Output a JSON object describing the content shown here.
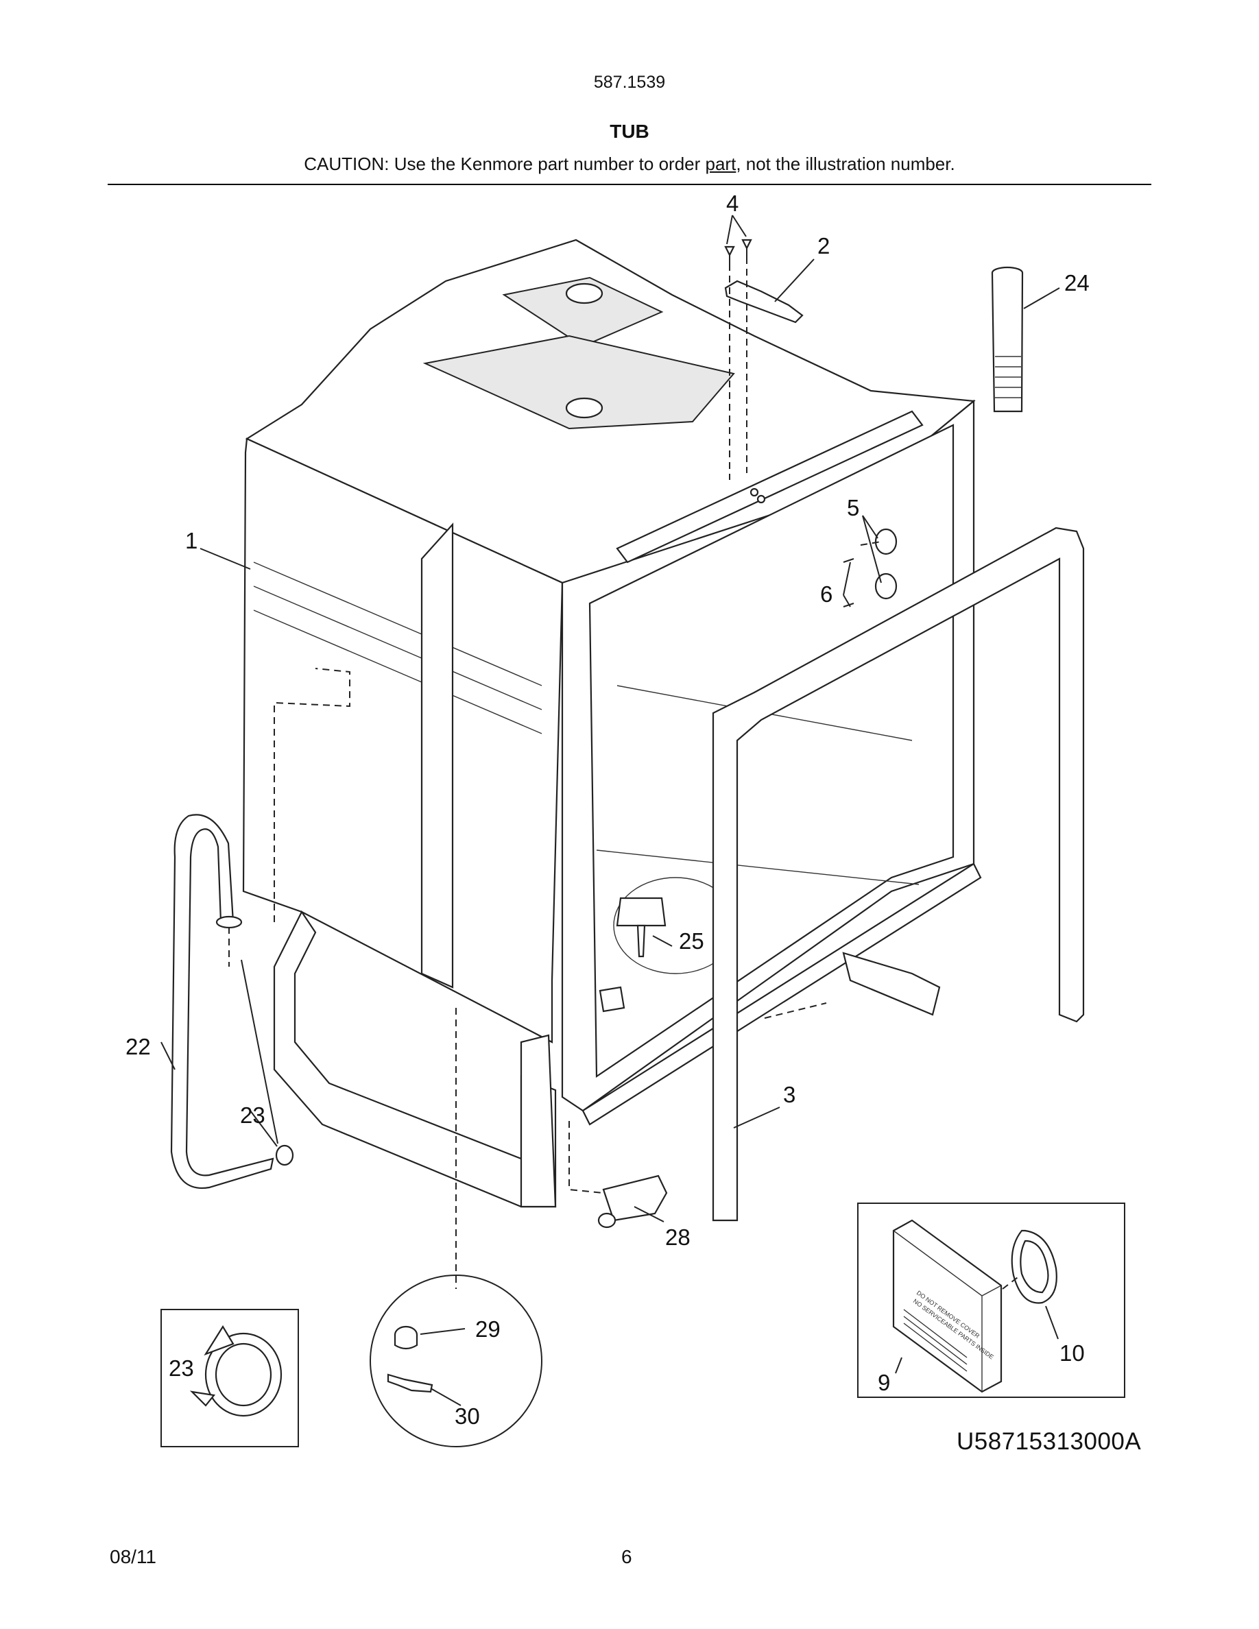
{
  "header": {
    "model": "587.1539",
    "title": "TUB",
    "caution_prefix": "CAUTION: Use the Kenmore part number to order ",
    "caution_link": "part",
    "caution_suffix": ", not the illustration number."
  },
  "callouts": {
    "c1": "1",
    "c2": "2",
    "c3": "3",
    "c4": "4",
    "c5": "5",
    "c6": "6",
    "c9": "9",
    "c10": "10",
    "c22": "22",
    "c23a": "23",
    "c23b": "23",
    "c24": "24",
    "c25": "25",
    "c28": "28",
    "c29": "29",
    "c30": "30"
  },
  "module_label": {
    "line1": "DO NOT REMOVE COVER",
    "line2": "NO SERVICEABLE PARTS INSIDE"
  },
  "diagram_id": "U58715313000A",
  "footer": {
    "date": "08/11",
    "page": "6"
  }
}
